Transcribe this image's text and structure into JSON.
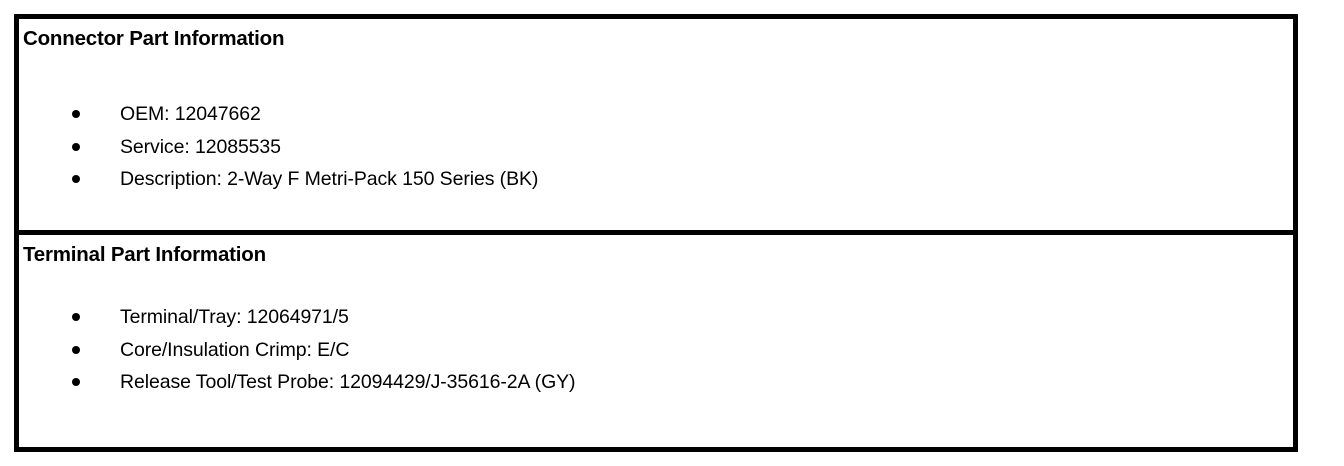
{
  "document": {
    "type": "connector-spec-table",
    "background_color": "#ffffff",
    "text_color": "#000000",
    "border_color": "#000000"
  },
  "sections": [
    {
      "id": "connector-part-information",
      "heading": "Connector Part Information",
      "bullets": [
        {
          "label": "OEM",
          "value": "12047662",
          "text": "OEM: 12047662"
        },
        {
          "label": "Service",
          "value": "12085535",
          "text": "Service: 12085535"
        },
        {
          "label": "Description",
          "value": "2-Way F Metri-Pack 150 Series (BK)",
          "text": "Description: 2-Way F Metri-Pack 150 Series (BK)"
        }
      ]
    },
    {
      "id": "terminal-part-information",
      "heading": "Terminal Part Information",
      "bullets": [
        {
          "label": "Terminal/Tray",
          "value": "12064971/5",
          "text": "Terminal/Tray: 12064971/5"
        },
        {
          "label": "Core/Insulation Crimp",
          "value": "E/C",
          "text": "Core/Insulation Crimp: E/C"
        },
        {
          "label": "Release Tool/Test Probe",
          "value": "12094429/J-35616-2A (GY)",
          "text": "Release Tool/Test Probe: 12094429/J-35616-2A (GY)"
        }
      ]
    }
  ]
}
